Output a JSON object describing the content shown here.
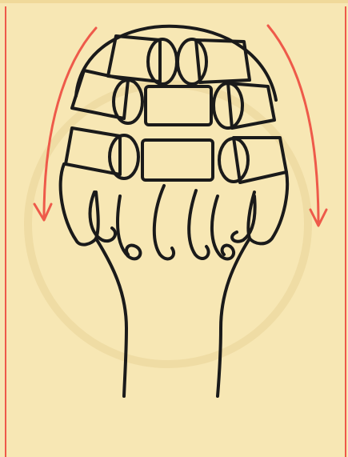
{
  "illustration": {
    "subject": "back-of-head-roller-setting",
    "colors": {
      "paper": "#f7e7b4",
      "ink": "#1a1a1a",
      "accent_red": "#ee5a4a"
    },
    "arrows": {
      "count": 2,
      "direction": "downward"
    },
    "rollers": {
      "rows": 3
    },
    "pin_curls": 6
  }
}
